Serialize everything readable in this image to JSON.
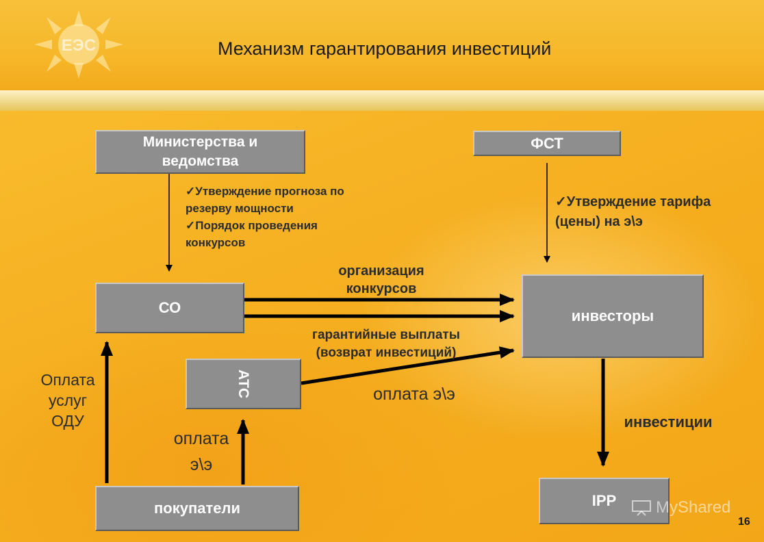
{
  "title": "Механизм гарантирования инвестиций",
  "boxes": {
    "ministries": "Министерства и ведомства",
    "fst": "ФСТ",
    "so": "СО",
    "investors": "инвесторы",
    "ats": "АТС",
    "buyers": "покупатели",
    "ipp": "IPP"
  },
  "notes": {
    "ministries": [
      "✓Утверждение прогноза по",
      "резерву мощности",
      "✓Порядок проведения",
      "конкурсов"
    ],
    "fst": [
      "✓Утверждение тарифа",
      "(цены) на э\\э"
    ]
  },
  "labels": {
    "org_competitions": [
      "организация",
      "конкурсов"
    ],
    "guarantee_payments": [
      "гарантийные выплаты",
      "(возврат инвестиций)"
    ],
    "payment_ee_right": "оплата э\\э",
    "payment_odu": [
      "Оплата",
      "услуг",
      "ОДУ"
    ],
    "payment_ee_left": [
      "оплата",
      "э\\э"
    ],
    "investments": "инвестиции"
  },
  "page_number": "16",
  "watermark": "MyShared",
  "colors": {
    "background": "#f5b622",
    "box_fill": "#8e8e8e",
    "arrow": "#000000"
  }
}
